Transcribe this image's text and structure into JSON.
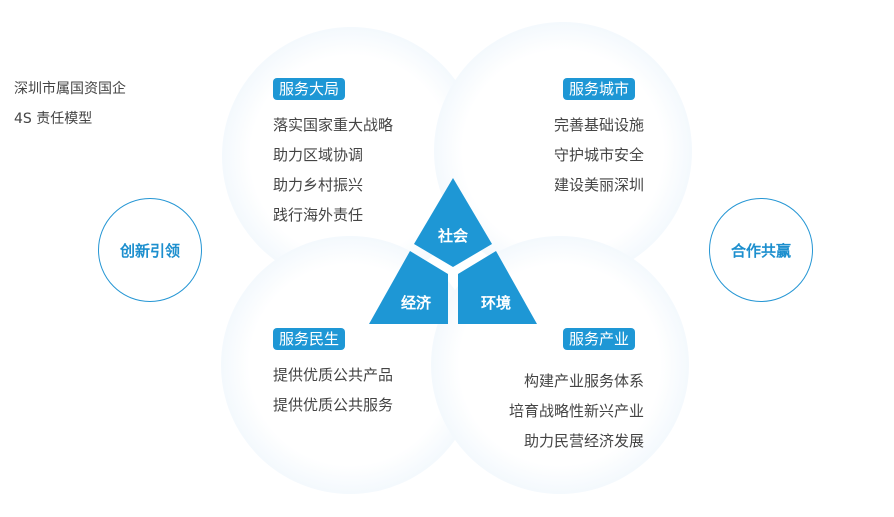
{
  "intro": {
    "line1": "深圳市属国资国企",
    "line2": "4S 责任模型"
  },
  "left_circle": "创新引领",
  "right_circle": "合作共赢",
  "quadrants": [
    {
      "title": "服务大局",
      "items": [
        "落实国家重大战略",
        "助力区域协调",
        "助力乡村振兴",
        "践行海外责任"
      ]
    },
    {
      "title": "服务城市",
      "items": [
        "完善基础设施",
        "守护城市安全",
        "建设美丽深圳"
      ]
    },
    {
      "title": "服务民生",
      "items": [
        "提供优质公共产品",
        "提供优质公共服务"
      ]
    },
    {
      "title": "服务产业",
      "items": [
        "构建产业服务体系",
        "培育战略性新兴产业",
        "助力民营经济发展"
      ]
    }
  ],
  "triangle": {
    "top": "社会",
    "left": "经济",
    "right": "环境"
  },
  "colors": {
    "accent": "#1e97d5"
  }
}
